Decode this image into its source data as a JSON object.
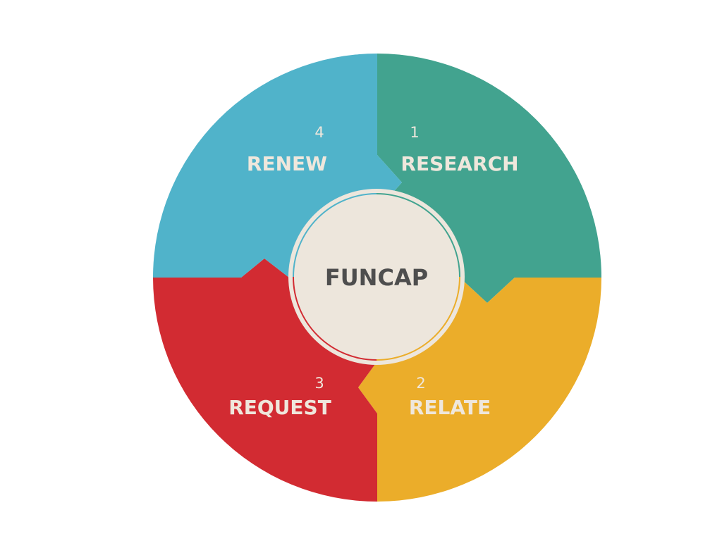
{
  "center": {
    "label": "FUNCAP",
    "fill": "#ede6dc",
    "text_color": "#4e4e4e"
  },
  "stages": [
    {
      "number": "1",
      "label": "RESEARCH",
      "color": "#42a38f"
    },
    {
      "number": "2",
      "label": "RELATE",
      "color": "#ebad2a"
    },
    {
      "number": "3",
      "label": "REQUEST",
      "color": "#d22b32"
    },
    {
      "number": "4",
      "label": "RENEW",
      "color": "#50b3ca"
    }
  ]
}
